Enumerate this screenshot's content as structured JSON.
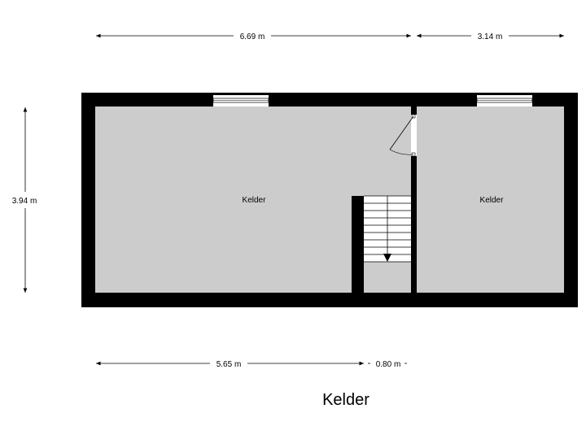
{
  "floor_title": "Kelder",
  "dimensions": {
    "top_left_width": "6.69 m",
    "top_right_width": "3.14 m",
    "left_height": "3.94 m",
    "bottom_left_width": "5.65 m",
    "bottom_stair_width": "0.80 m"
  },
  "rooms": [
    {
      "label": "Kelder"
    },
    {
      "label": "Kelder"
    }
  ],
  "colors": {
    "wall": "#000000",
    "floor": "#cccccc",
    "stair": "#ffffff",
    "background": "#ffffff"
  }
}
